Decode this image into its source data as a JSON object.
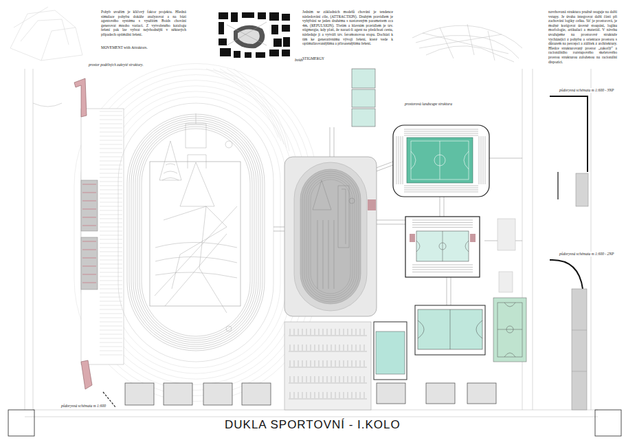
{
  "diagram": {
    "title": "DUKLA SPORTOVNÍ - I.KOLO",
    "labels": [
      "Pohyb uvažím je klíčový faktor projektu. Hledná simulace pohybu dokáže analyzovat a na bázi agentového systému s využitím Boids chování generovat mnoho variací. Z vytvořeného katalogu řešení pak lze vybrat nejvhodnější v některých případech optimální řešení.",
      "MOVEMENT with Attraktors.",
      "boids",
      "Jedním se základních modelů chování je tendence následování cíle, (ATTRACTION). Druhým pravidlem je vyhýbání se jeden druhému s nastaveným parametrem cca 4m, (REPULSION). Třetím a hlavním pravidlem je tzv. stigmergie, kdy platí, že narazí-li agent na předchozí cestu, následuje ji a vytváří tzv. feromonovou stopu. Dochází k tím ke generativnímu vývoji řešení, které vede k optimalizovanějšímu a přirozenějšímu řešení.",
      "STIGMERGY",
      "navrhovaná struktura pružně reaguje na další vstupy. Je úvaha integrovat další části při zachování logiky celku. Síť je prostorová, je možné korigovat úrovně stoupání, logiku morfologie, artikulaci a materiál. V návrhu uvažujeme na prostorové struktuře vycházející z pohybu a orientace prostoru s důrazem na percepci a zážitek z architektury. Hledce strukturovaný prostor „zakotlý“ a racionálního rozstupového skeletového prostou strukturou založenou na racionální dispozici.",
      "prostor podélných zakryté struktury.",
      "prostorová landscape struktura",
      "půdorysná schémata m 1:600 - 3NP",
      "půdorysná schémata m 1:600 - 2NP",
      "půdorysná schémata m 1:600"
    ]
  }
}
